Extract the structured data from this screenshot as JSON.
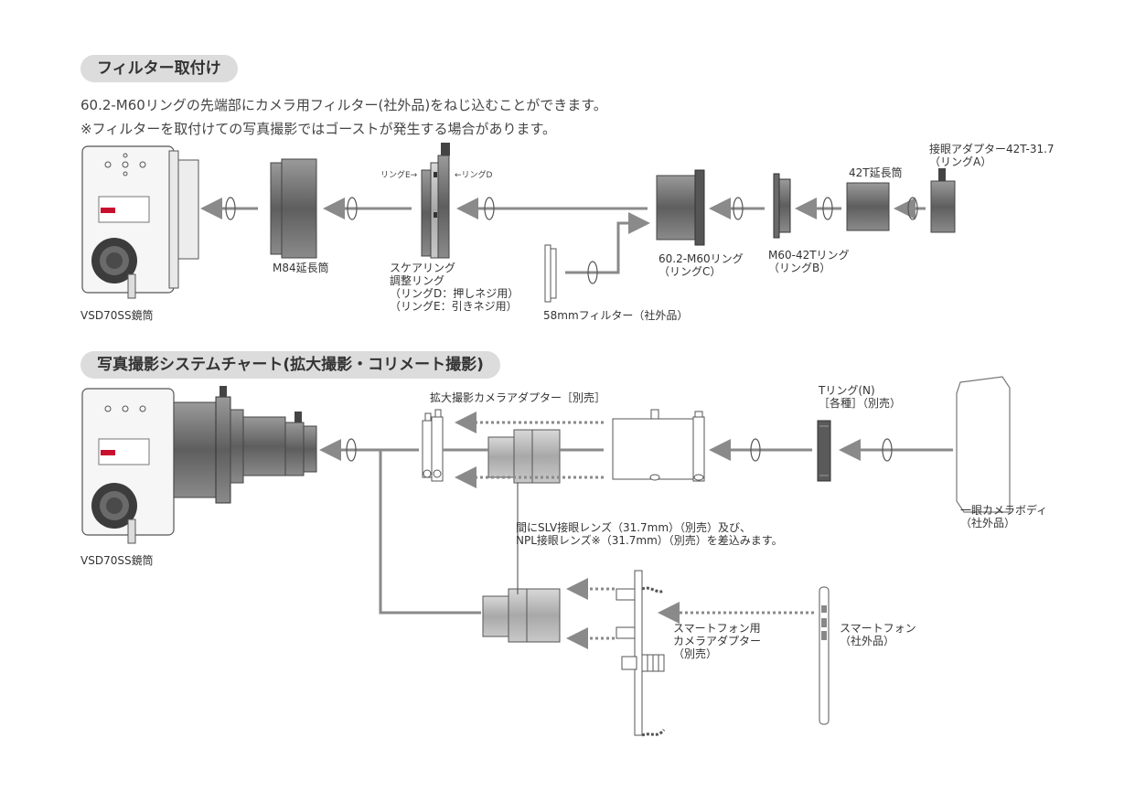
{
  "section1": {
    "title": "フィルター取付け",
    "desc1": "60.2-M60リングの先端部にカメラ用フィルター(社外品)をねじ込むことができます。",
    "desc2": "※フィルターを取付けての写真撮影ではゴーストが発生する場合があります。"
  },
  "section2": {
    "title": "写真撮影システムチャート(拡大撮影・コリメート撮影)"
  },
  "labels": {
    "vsd_tube_1": "VSD70SS鏡筒",
    "m84": "M84延長筒",
    "square_ring": "スケアリング\n調整リング\n（リングD：押しネジ用）\n（リングE：引きネジ用）",
    "ring_e": "リングE→",
    "ring_d": "←リングD",
    "ring_60": "60.2-M60リング\n（リングC）",
    "filter58": "58mmフィルター（社外品）",
    "m60_42": "M60-42Tリング\n（リングB）",
    "ext42": "42T延長筒",
    "eyepiece_adapter": "接眼アダプター42T-31.7\n（リングA）",
    "vsd_tube_2": "VSD70SS鏡筒",
    "macro_adapter": "拡大撮影カメラアダプター［別売］",
    "t_ring": "Tリング(N)\n［各種］（別売）",
    "slr_body": "一眼カメラボディ\n（社外品）",
    "between_lens": "間にSLV接眼レンズ（31.7mm）（別売）及び、\nNPL接眼レンズ※（31.7mm）（別売）を差込みます。",
    "smartphone_adapter": "スマートフォン用\nカメラアダプター\n（別売）",
    "smartphone": "スマートフォン\n（社外品）"
  },
  "colors": {
    "arrow": "#8a8a8a",
    "part_dark": "#6e6e6e",
    "part_mid": "#9a9a9a",
    "part_light": "#c4c4c4",
    "outline": "#555555",
    "pill_bg": "#dcdcdc",
    "brand_red": "#c8102e"
  }
}
